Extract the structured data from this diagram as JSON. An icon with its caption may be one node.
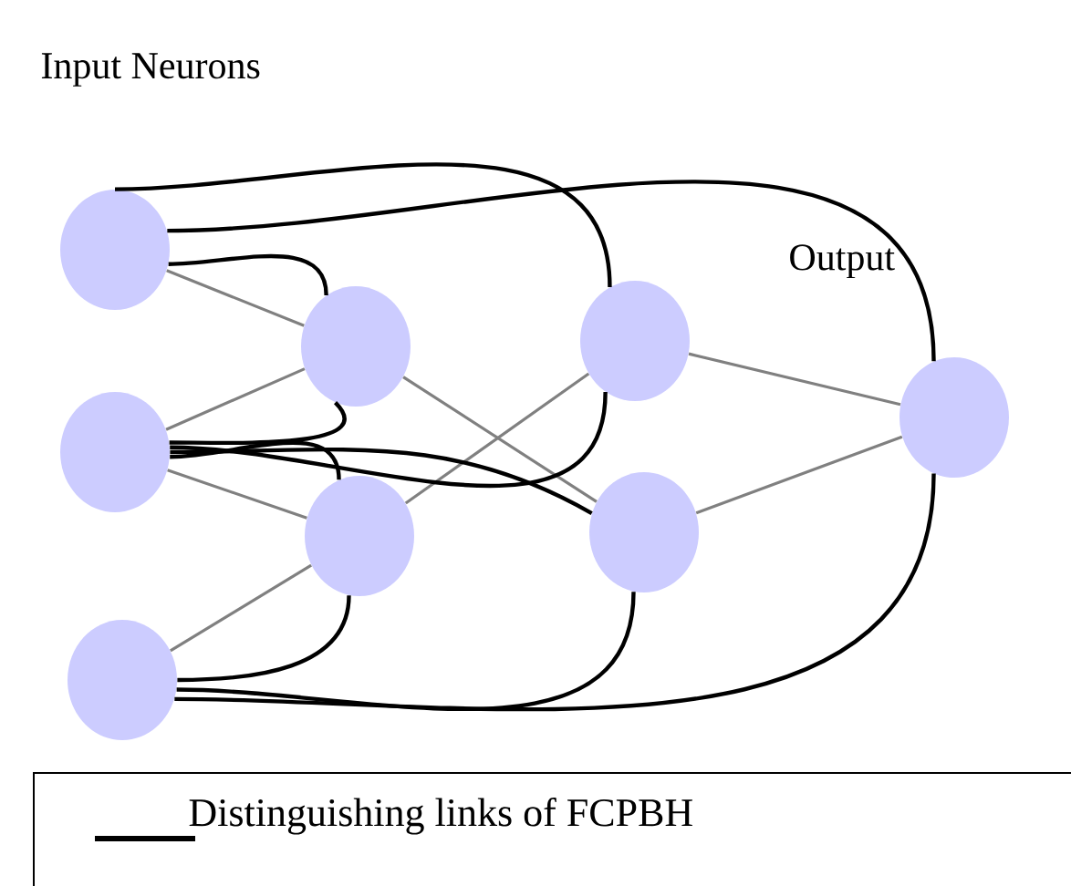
{
  "diagram": {
    "nodes": [
      {
        "text": [],
        "shape": "circle"
      },
      {
        "text": [],
        "shape": "circle"
      },
      {
        "text": [],
        "shape": "circle"
      },
      {
        "text": [],
        "shape": "circle"
      },
      {
        "text": [],
        "shape": "circle"
      },
      {
        "text": [],
        "shape": "circle"
      },
      {
        "text": [],
        "shape": "circle"
      },
      {
        "text": [],
        "shape": "circle"
      }
    ],
    "edges": [
      {
        "from": 0,
        "to": 3,
        "arrow": "none",
        "color": "#808080"
      },
      {
        "from": 1,
        "to": 3,
        "arrow": "none",
        "color": "#808080"
      },
      {
        "from": 1,
        "to": 4,
        "arrow": "none",
        "color": "#808080"
      },
      {
        "from": 2,
        "to": 4,
        "arrow": "none",
        "color": "#808080"
      },
      {
        "from": 3,
        "to": 6,
        "arrow": "none",
        "color": "#808080"
      },
      {
        "from": 4,
        "to": 5,
        "arrow": "none",
        "color": "#808080"
      },
      {
        "from": 5,
        "to": 7,
        "arrow": "none",
        "color": "#808080"
      },
      {
        "from": 6,
        "to": 7,
        "arrow": "none",
        "color": "#808080"
      },
      {
        "from": 0,
        "to": 3,
        "arrow": "none"
      },
      {
        "from": 0,
        "to": 5,
        "arrow": "none"
      },
      {
        "from": 0,
        "to": 7,
        "arrow": "none"
      },
      {
        "from": 1,
        "to": 3,
        "arrow": "none"
      },
      {
        "from": 1,
        "to": 5,
        "arrow": "none"
      },
      {
        "from": 1,
        "to": 6,
        "arrow": "none"
      },
      {
        "from": 1,
        "to": 4,
        "arrow": "none"
      },
      {
        "from": 2,
        "to": 4,
        "arrow": "none"
      },
      {
        "from": 2,
        "to": 6,
        "arrow": "none"
      },
      {
        "from": 2,
        "to": 7,
        "arrow": "none"
      }
    ],
    "labels": [
      "Input Neurons",
      "Output"
    ],
    "legend": [
      {
        "text": "Distinguishing links of FCPBH"
      }
    ]
  }
}
